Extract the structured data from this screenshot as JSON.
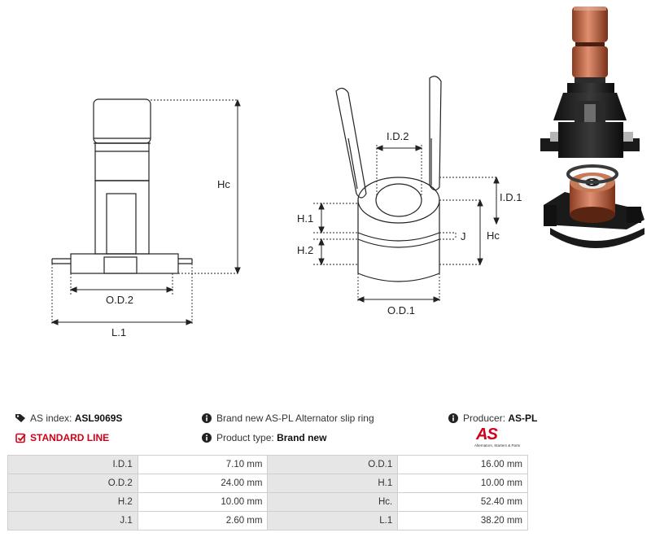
{
  "drawing": {
    "left_labels": {
      "hc": "Hc",
      "od2": "O.D.2",
      "l1": "L.1"
    },
    "right_labels": {
      "id2": "I.D.2",
      "id1": "I.D.1",
      "h1": "H.1",
      "h2": "H.2",
      "j": "J",
      "hc": "Hc",
      "od1": "O.D.1"
    },
    "colors": {
      "copper": "#c46a45",
      "plastic": "#1e1e1e"
    }
  },
  "info": {
    "as_index_label": "AS index:",
    "as_index_value": "ASL9069S",
    "line_label": "STANDARD LINE",
    "description": "Brand new AS-PL Alternator slip ring",
    "product_type_label": "Product type:",
    "product_type_value": "Brand new",
    "producer_label": "Producer:",
    "producer_value": "AS-PL"
  },
  "logo": {
    "mark": "AS",
    "tagline": "Alternators, Starters & Parts"
  },
  "specs": [
    {
      "k1": "I.D.1",
      "v1": "7.10 mm",
      "k2": "O.D.1",
      "v2": "16.00 mm"
    },
    {
      "k1": "O.D.2",
      "v1": "24.00 mm",
      "k2": "H.1",
      "v2": "10.00 mm"
    },
    {
      "k1": "H.2",
      "v1": "10.00 mm",
      "k2": "Hc.",
      "v2": "52.40 mm"
    },
    {
      "k1": "J.1",
      "v1": "2.60 mm",
      "k2": "L.1",
      "v2": "38.20 mm"
    }
  ]
}
